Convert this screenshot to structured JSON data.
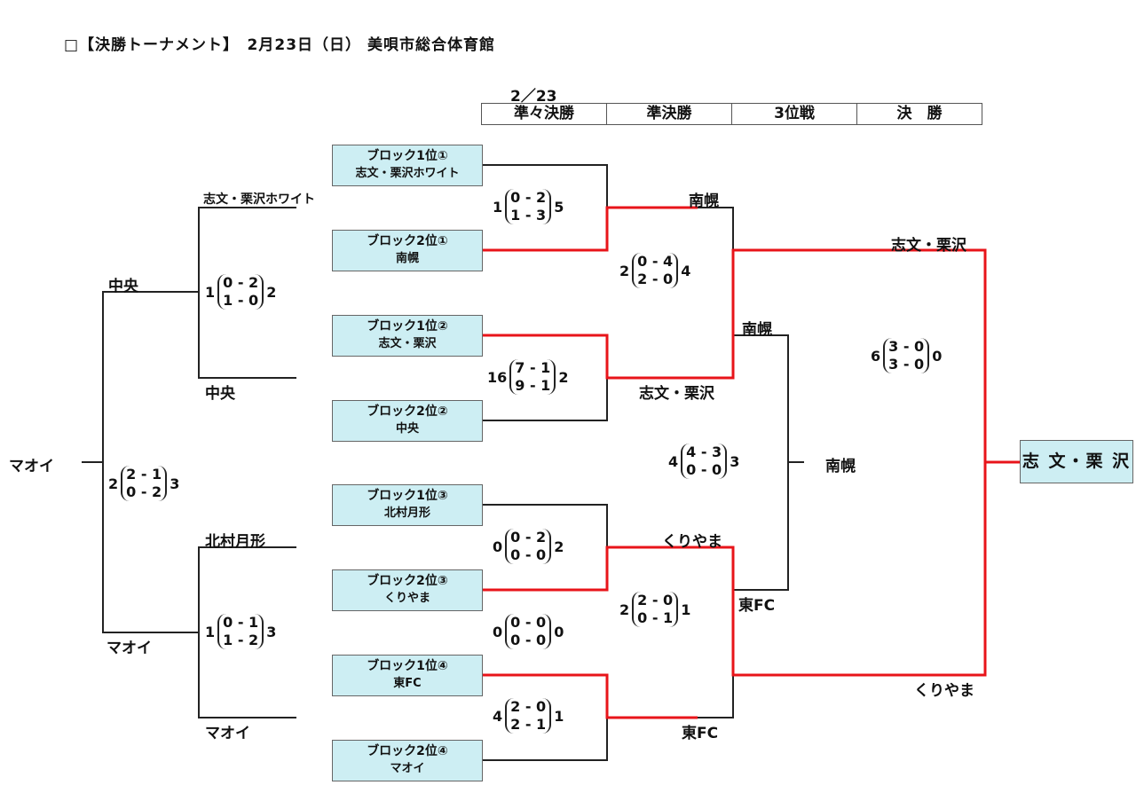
{
  "title": "□【決勝トーナメント】　2月23日（日） 美唄市総合体育館",
  "date": "2／23",
  "rounds": [
    "準々決勝",
    "準決勝",
    "3位戦",
    "決　勝"
  ],
  "blocks": [
    {
      "label": "ブロック1位①",
      "team": "志文・栗沢ホワイト"
    },
    {
      "label": "ブロック2位①",
      "team": "南幌"
    },
    {
      "label": "ブロック1位②",
      "team": "志文・栗沢"
    },
    {
      "label": "ブロック2位②",
      "team": "中央"
    },
    {
      "label": "ブロック1位③",
      "team": "北村月形"
    },
    {
      "label": "ブロック2位③",
      "team": "くりやま"
    },
    {
      "label": "ブロック1位④",
      "team": "東FC"
    },
    {
      "label": "ブロック2位④",
      "team": "マオイ"
    }
  ],
  "left_bracket": {
    "teams": [
      "志文・栗沢ホワイト",
      "中央",
      "北村月形",
      "マオイ"
    ],
    "semi_winners": [
      "中央",
      "マオイ"
    ],
    "final_winner": "マオイ",
    "scores": [
      {
        "left": "1",
        "h1": "0 - 2",
        "h2": "1 - 0",
        "right": "2"
      },
      {
        "left": "1",
        "h1": "0 - 1",
        "h2": "1 - 2",
        "right": "3"
      },
      {
        "left": "2",
        "h1": "2 - 1",
        "h2": "0 - 2",
        "right": "3"
      }
    ]
  },
  "right_bracket": {
    "qf_winners": [
      "南幌",
      "志文・栗沢",
      "くりやま",
      "東FC"
    ],
    "qf_scores": [
      {
        "left": "1",
        "h1": "0 - 2",
        "h2": "1 - 3",
        "right": "5"
      },
      {
        "left": "16",
        "h1": "7 - 1",
        "h2": "9 - 1",
        "right": "2"
      },
      {
        "left": "0",
        "h1": "0 - 2",
        "h2": "0 - 0",
        "right": "2"
      },
      {
        "left": "0",
        "h1": "0 - 0",
        "h2": "0 - 0",
        "right": "0"
      },
      {
        "left": "4",
        "h1": "2 - 0",
        "h2": "2 - 1",
        "right": "1"
      }
    ],
    "sf_scores": [
      {
        "left": "2",
        "h1": "0 - 4",
        "h2": "2 - 0",
        "right": "4"
      },
      {
        "left": "2",
        "h1": "2 - 0",
        "h2": "0 - 1",
        "right": "1"
      }
    ],
    "sf_winners": [
      "志文・栗沢",
      "くりやま"
    ],
    "third_place": {
      "teams": [
        "南幌",
        "東FC"
      ],
      "score": {
        "left": "4",
        "h1": "4 - 3",
        "h2": "0 - 0",
        "right": "3"
      },
      "winner": "南幌"
    },
    "final": {
      "score": {
        "left": "6",
        "h1": "3 - 0",
        "h2": "3 - 0",
        "right": "0"
      },
      "champion": "志 文・栗 沢"
    }
  },
  "colors": {
    "winner_line": "#e8141a",
    "line": "#222222",
    "box_fill": "#cdeef3"
  }
}
